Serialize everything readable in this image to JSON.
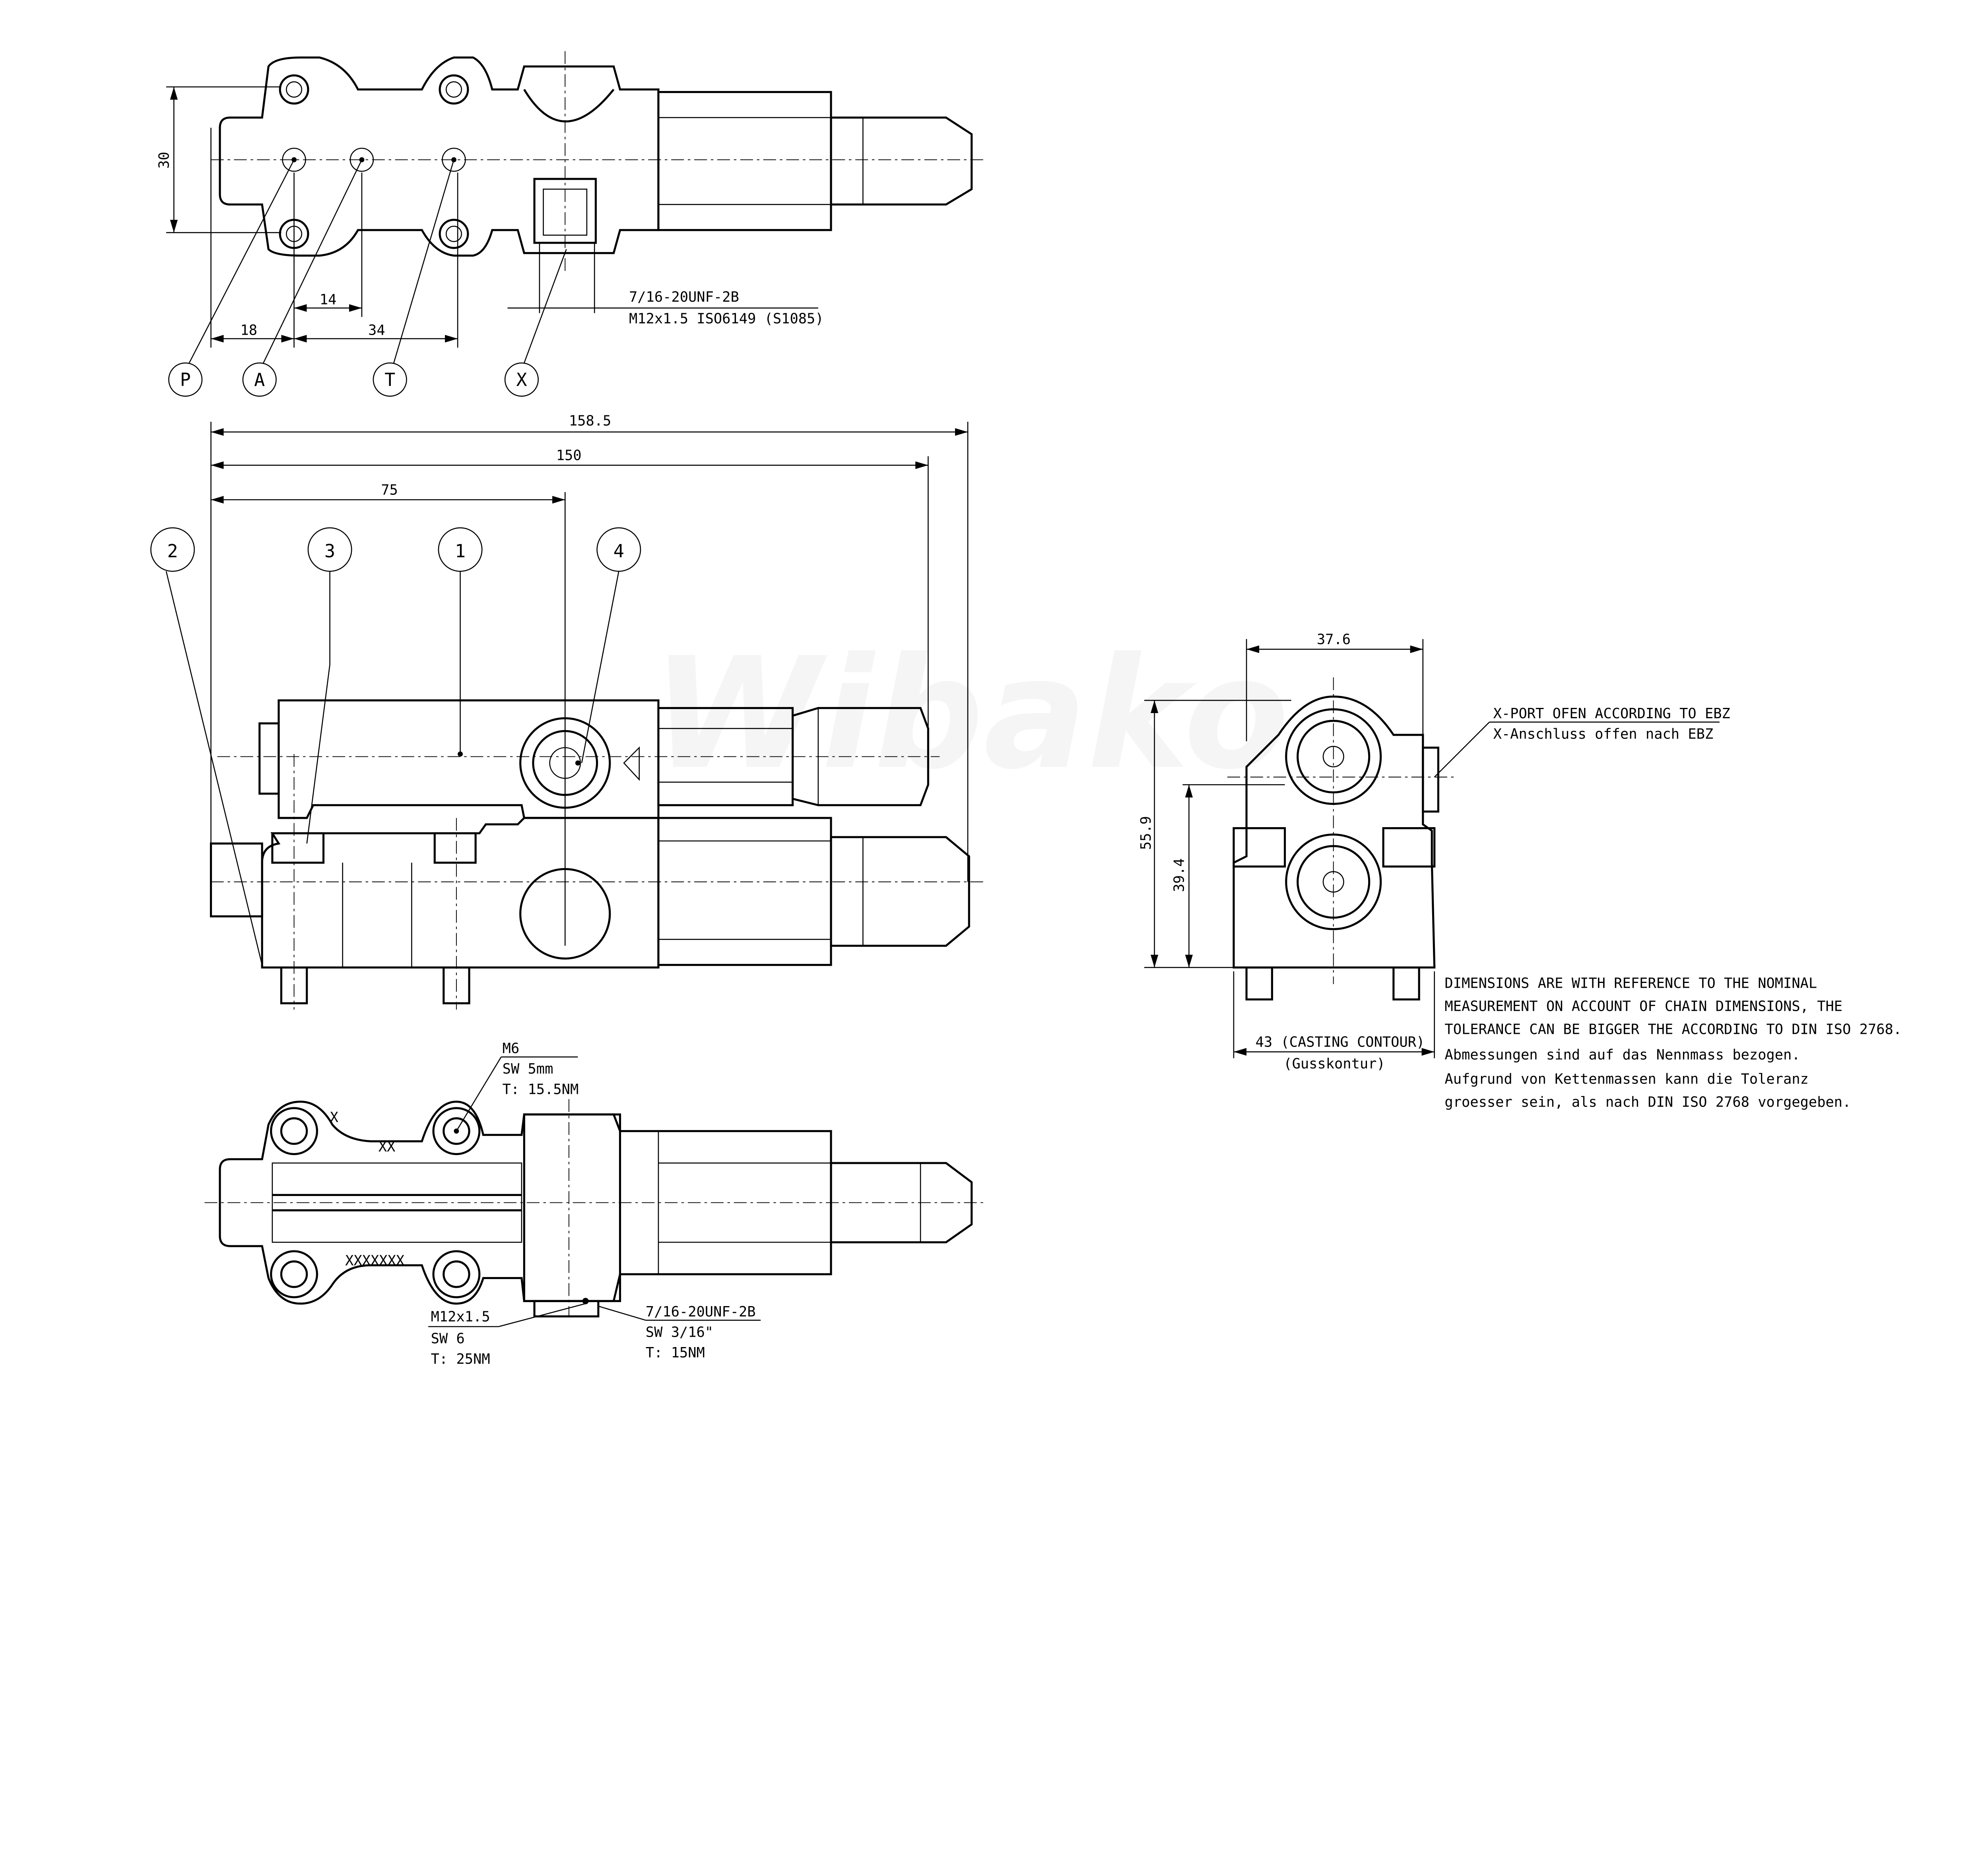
{
  "watermark": "Wibako",
  "top_view": {
    "dimensions": {
      "height_30": "30",
      "d18": "18",
      "d14": "14",
      "d34": "34"
    },
    "port_labels": {
      "P": "P",
      "A": "A",
      "T": "T",
      "X": "X"
    },
    "thread_note": {
      "line1": "7/16-20UNF-2B",
      "line2": "M12x1.5 ISO6149 (S1085)"
    }
  },
  "side_view": {
    "dimensions": {
      "overall": "158.5",
      "length_150": "150",
      "length_75": "75"
    },
    "balloons": [
      "2",
      "3",
      "1",
      "4"
    ]
  },
  "end_view": {
    "dimensions": {
      "width": "37.6",
      "height_total": "55.9",
      "height_axis": "39.4",
      "casting": "43 (CASTING CONTOUR)",
      "casting_de": "(Gusskontur)"
    },
    "xport_note": {
      "line1": "X-PORT OFEN ACCORDING TO EBZ",
      "line2": "X-Anschluss offen nach EBZ"
    }
  },
  "tolerance_note": [
    "DIMENSIONS ARE WITH REFERENCE TO THE NOMINAL",
    "MEASUREMENT ON ACCOUNT OF CHAIN DIMENSIONS, THE",
    "TOLERANCE CAN BE BIGGER THE ACCORDING TO DIN ISO 2768.",
    "Abmessungen sind auf das Nennmass bezogen.",
    "Aufgrund von Kettenmassen kann die Toleranz",
    "groesser sein, als nach DIN ISO 2768 vorgegeben."
  ],
  "bottom_view": {
    "m6_note": {
      "line1": "M6",
      "line2": "SW  5mm",
      "line3": "T: 15.5NM"
    },
    "m12_note": {
      "line1": "M12x1.5",
      "line2": "SW  6",
      "line3": "T: 25NM"
    },
    "unf_note": {
      "line1": "7/16-20UNF-2B",
      "line2": "SW  3/16\"",
      "line3": "T: 15NM"
    },
    "marks": {
      "x1": "X",
      "xx": "XX",
      "xxx": "XXXXXXX"
    }
  }
}
